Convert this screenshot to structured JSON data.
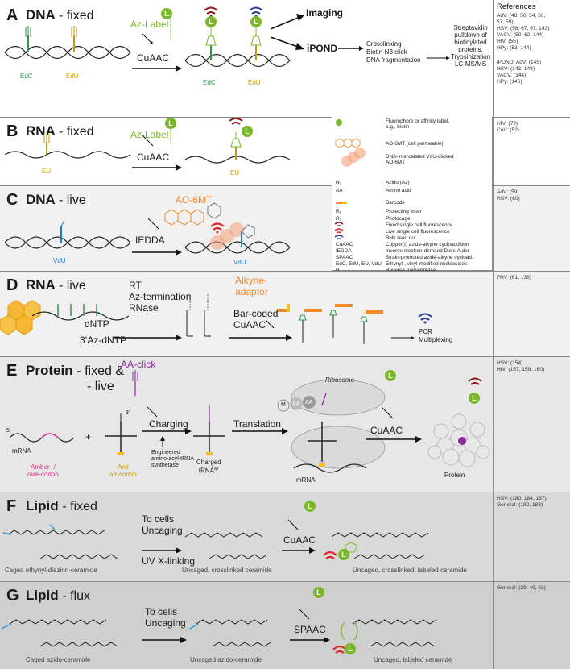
{
  "panels": {
    "A": {
      "letter": "A",
      "title": "DNA",
      "subtitle": "- fixed",
      "az_label": "Az-Label",
      "nuc1": "EdC",
      "nuc2": "EdU",
      "nuc1_out": "EdC",
      "nuc2_out": "EdU",
      "reaction": "CuAAC",
      "imaging": "Imaging",
      "ipond": "iPOND",
      "ipond_steps": [
        "Crosslinking",
        "Biotin-N3 click",
        "DNA fragmentation"
      ],
      "pulldown": [
        "Streptavidin",
        "pulldown of",
        "biotinylated",
        "proteins.",
        "Trypsinization",
        "LC-MS/MS"
      ]
    },
    "B": {
      "letter": "B",
      "title": "RNA",
      "subtitle": "- fixed",
      "az_label": "Az-Label",
      "reaction": "CuAAC",
      "nuc": "EU",
      "nuc_out": "EU"
    },
    "C": {
      "letter": "C",
      "title": "DNA",
      "subtitle": "- live",
      "reagent": "AO-6MT",
      "reaction": "IEDDA",
      "nuc": "VdU",
      "nuc_out": "VdU"
    },
    "D": {
      "letter": "D",
      "title": "RNA",
      "subtitle": "- live",
      "steps": [
        "RT",
        "Az-termination",
        "RNase"
      ],
      "dntp": "dNTP",
      "az_dntp": "3’Az-dNTP",
      "adaptor": [
        "Alkyne-",
        "adaptor"
      ],
      "barcode_steps": [
        "Bar-coded",
        "CuAAC"
      ],
      "pcr": [
        "PCR",
        "Multiplexing"
      ]
    },
    "E": {
      "letter": "E",
      "title": "Protein",
      "subtitle1": "- fixed &",
      "subtitle2": "- live",
      "aa_click": "AA-click",
      "charging": "Charging",
      "engineered": [
        "Engineered",
        "amino-acyl-tRNA",
        "synthetase"
      ],
      "mrna": "mRNA",
      "five_prime": "5’",
      "three_prime": "3’",
      "plus": "+",
      "amber": [
        "Amber- /",
        "rare-codon"
      ],
      "anti": [
        "Anti",
        "a/r-codon"
      ],
      "charged": [
        "Charged",
        "tRNA"
      ],
      "trna_sup": "a/r",
      "translation": "Translation",
      "ribosome": "Ribosome",
      "ribo_m": "M",
      "ribo_aa1": "AA",
      "ribo_aa2": "AA",
      "mrna2": "mRNA",
      "reaction": "CuAAC",
      "protein": "Protein"
    },
    "F": {
      "letter": "F",
      "title": "Lipid",
      "subtitle": "- fixed",
      "steps": [
        "To cells",
        "Uncaging",
        "UV X-linking"
      ],
      "reaction": "CuAAC",
      "lbl1": "Caged ethynyl-diazirin-ceramide",
      "lbl2": "Uncaged, crosslinked ceramide",
      "lbl3": "Uncaged, crosslinked, labeled ceramide"
    },
    "G": {
      "letter": "G",
      "title": "Lipid",
      "subtitle": "- flux",
      "steps": [
        "To cells",
        "Uncaging"
      ],
      "reaction": "SPAAC",
      "lbl1": "Caged azido-ceramide",
      "lbl2": "Uncaged azido-ceramide",
      "lbl3": "Uncaged, labeled ceramide"
    }
  },
  "references": {
    "title": "References",
    "A": [
      "AdV: (48, 50, 54, 56,",
      "57, 59)",
      "HSV: (58, 67, 97, 143)",
      "VACV: (50, 62, 144)",
      "HIV: (55)",
      "HPy: (53, 144)",
      "iPOND: AdV: (145)",
      "HSV: (143, 148)",
      "VACV: (144)",
      "HPy: (146)"
    ],
    "B": [
      "HIV: (79)",
      "CoV: (52)"
    ],
    "C": [
      "AdV: (59)",
      "HSV: (60)"
    ],
    "D": [
      "FHV: (61, 136)"
    ],
    "E": [
      "HSV: (154)",
      "HIV: (157, 159, 160)"
    ],
    "F": [
      "HSV: (180, 184, 187)",
      "General: (182, 183)"
    ],
    "G": [
      "General: (39, 40, 63)"
    ]
  },
  "legend": {
    "items": [
      {
        "key": "",
        "text": [
          "Fluorophore or affinity label,",
          "e.g., biotin"
        ]
      },
      {
        "key": "",
        "text": [
          "AO-6MT (cell permeable)"
        ]
      },
      {
        "key": "",
        "text": [
          "DNA-intercalated VdU-clicked",
          "AO-6MT"
        ]
      },
      {
        "key": "N₃",
        "text": [
          "Azido (Az)"
        ]
      },
      {
        "key": "AA",
        "text": [
          "Amino acid"
        ]
      },
      {
        "key": "",
        "text": [
          "Barcode"
        ]
      },
      {
        "key": "R₁",
        "text": [
          "Protecting ester"
        ]
      },
      {
        "key": "R₂",
        "text": [
          "Photocage"
        ]
      },
      {
        "key": "",
        "text": [
          "Fixed single cell fluorescence"
        ]
      },
      {
        "key": "",
        "text": [
          "Live single cell fluorescence"
        ]
      },
      {
        "key": "",
        "text": [
          "Bulk read out"
        ]
      },
      {
        "key": "CuAAC",
        "text": [
          "Copper(I) azide-alkyne cycloaddition"
        ]
      },
      {
        "key": "IEDDA",
        "text": [
          "Inverse electron-demand Diels-Alder"
        ]
      },
      {
        "key": "SPAAC",
        "text": [
          "Strain-promoted azide-alkyne cycload."
        ]
      },
      {
        "key": "EdC, EdU, EU, VdU",
        "text": [
          "Ethynyl-, vinyl-modified nucleosides"
        ]
      },
      {
        "key": "RT",
        "text": [
          "Reverse transcriptase"
        ]
      }
    ]
  },
  "colors": {
    "label_green": "#7ab829",
    "edc_green": "#2a9a4a",
    "edu_gold": "#c99a10",
    "vdu_blue": "#1f7cc4",
    "orange": "#f08a2a",
    "purple": "#8a2a9a",
    "pink": "#e0308a",
    "fixed_red": "#8b1a1a",
    "live_red": "#e0282a",
    "bulk_blue": "#2a3a9a"
  }
}
